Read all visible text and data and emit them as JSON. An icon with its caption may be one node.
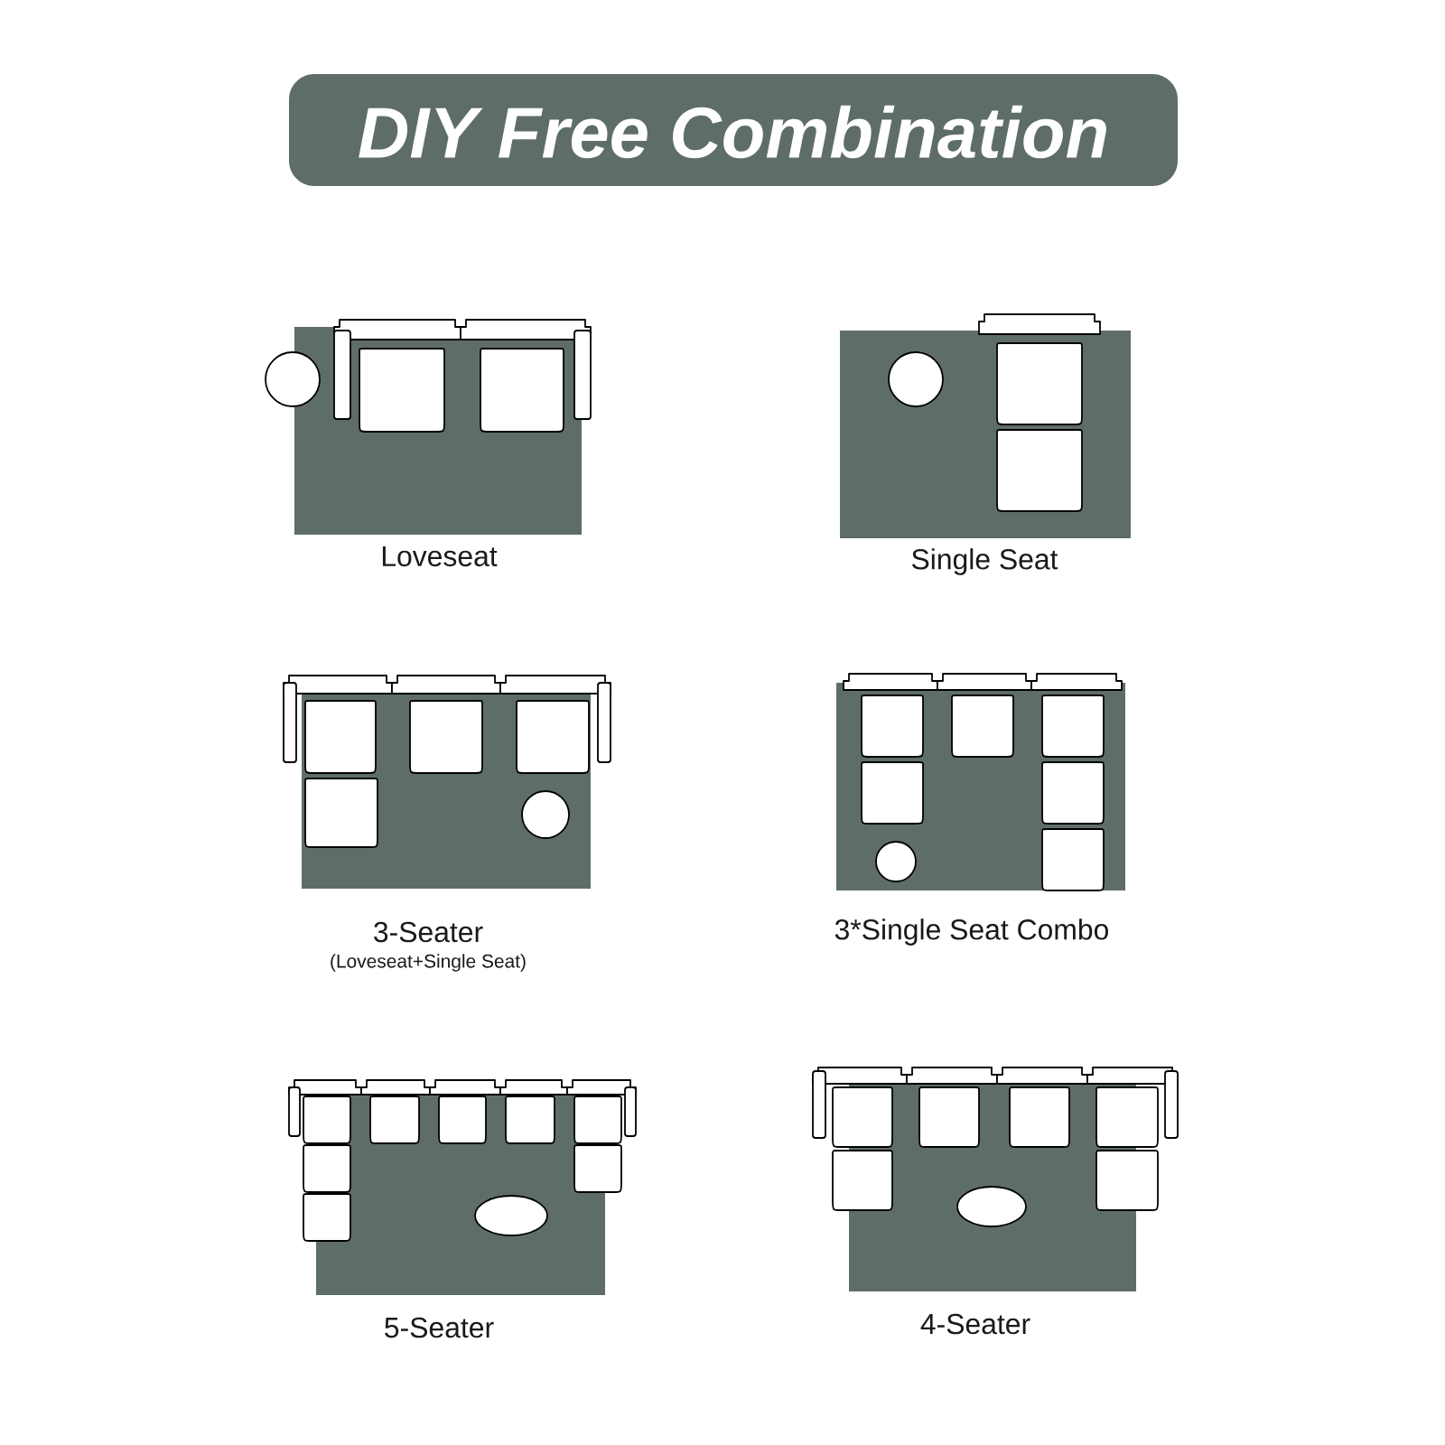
{
  "diagram": {
    "title": "DIY Free Combination",
    "labels": [
      "Loveseat",
      "Single Seat",
      "3-Seater",
      "(Loveseat+Single Seat)",
      "3*Single Seat Combo",
      "5-Seater",
      "4-Seater"
    ]
  }
}
